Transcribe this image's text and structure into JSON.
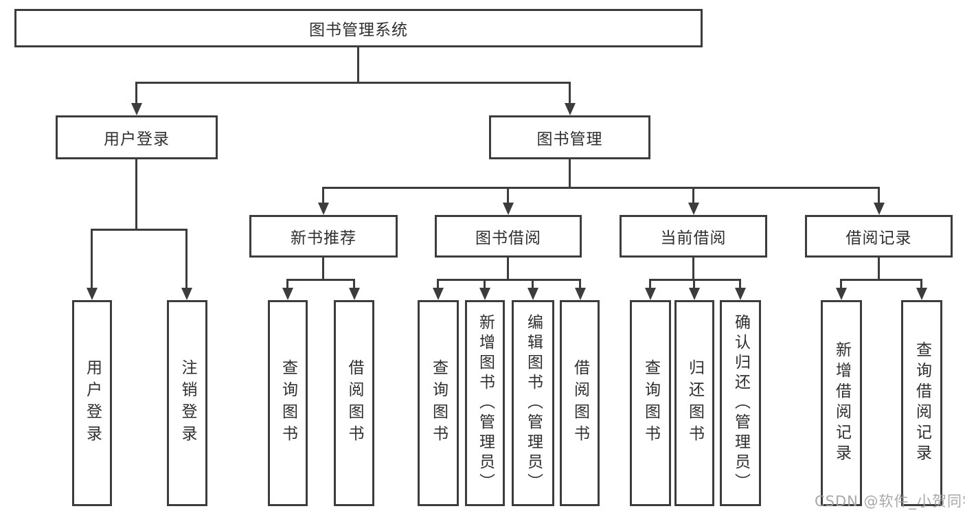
{
  "diagram_title": "图书管理系统",
  "tree": {
    "label": "图书管理系统",
    "children": [
      {
        "label": "用户登录",
        "children": [
          {
            "label": "用户登录"
          },
          {
            "label": "注销登录"
          }
        ]
      },
      {
        "label": "图书管理",
        "children": [
          {
            "label": "新书推荐",
            "children": [
              {
                "label": "查询图书"
              },
              {
                "label": "借阅图书"
              }
            ]
          },
          {
            "label": "图书借阅",
            "children": [
              {
                "label": "查询图书"
              },
              {
                "label": "新增图书（管理员）"
              },
              {
                "label": "编辑图书（管理员）"
              },
              {
                "label": "借阅图书"
              }
            ]
          },
          {
            "label": "当前借阅",
            "children": [
              {
                "label": "查询图书"
              },
              {
                "label": "归还图书"
              },
              {
                "label": "确认归还（管理员）"
              }
            ]
          },
          {
            "label": "借阅记录",
            "children": [
              {
                "label": "新增借阅记录"
              },
              {
                "label": "查询借阅记录"
              }
            ]
          }
        ]
      }
    ]
  },
  "watermark": {
    "text": "CSDN @软件_小贺同学"
  },
  "colors": {
    "line": "#3c3c3c",
    "box_border": "#3c3c3c",
    "text": "#2f2f2f",
    "watermark": "#9e9e9e",
    "background": "#ffffff"
  }
}
